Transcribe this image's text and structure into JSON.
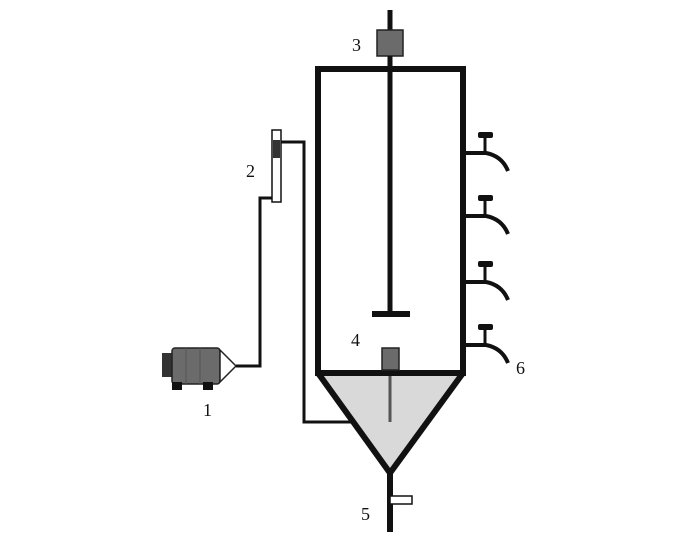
{
  "labels": {
    "one": "1",
    "two": "2",
    "three": "3",
    "four": "4",
    "five": "5",
    "six": "6"
  },
  "colors": {
    "line": "#111111",
    "component": "#6b6b6b",
    "cone_fill": "#d9d9d9",
    "background": "#ffffff"
  }
}
